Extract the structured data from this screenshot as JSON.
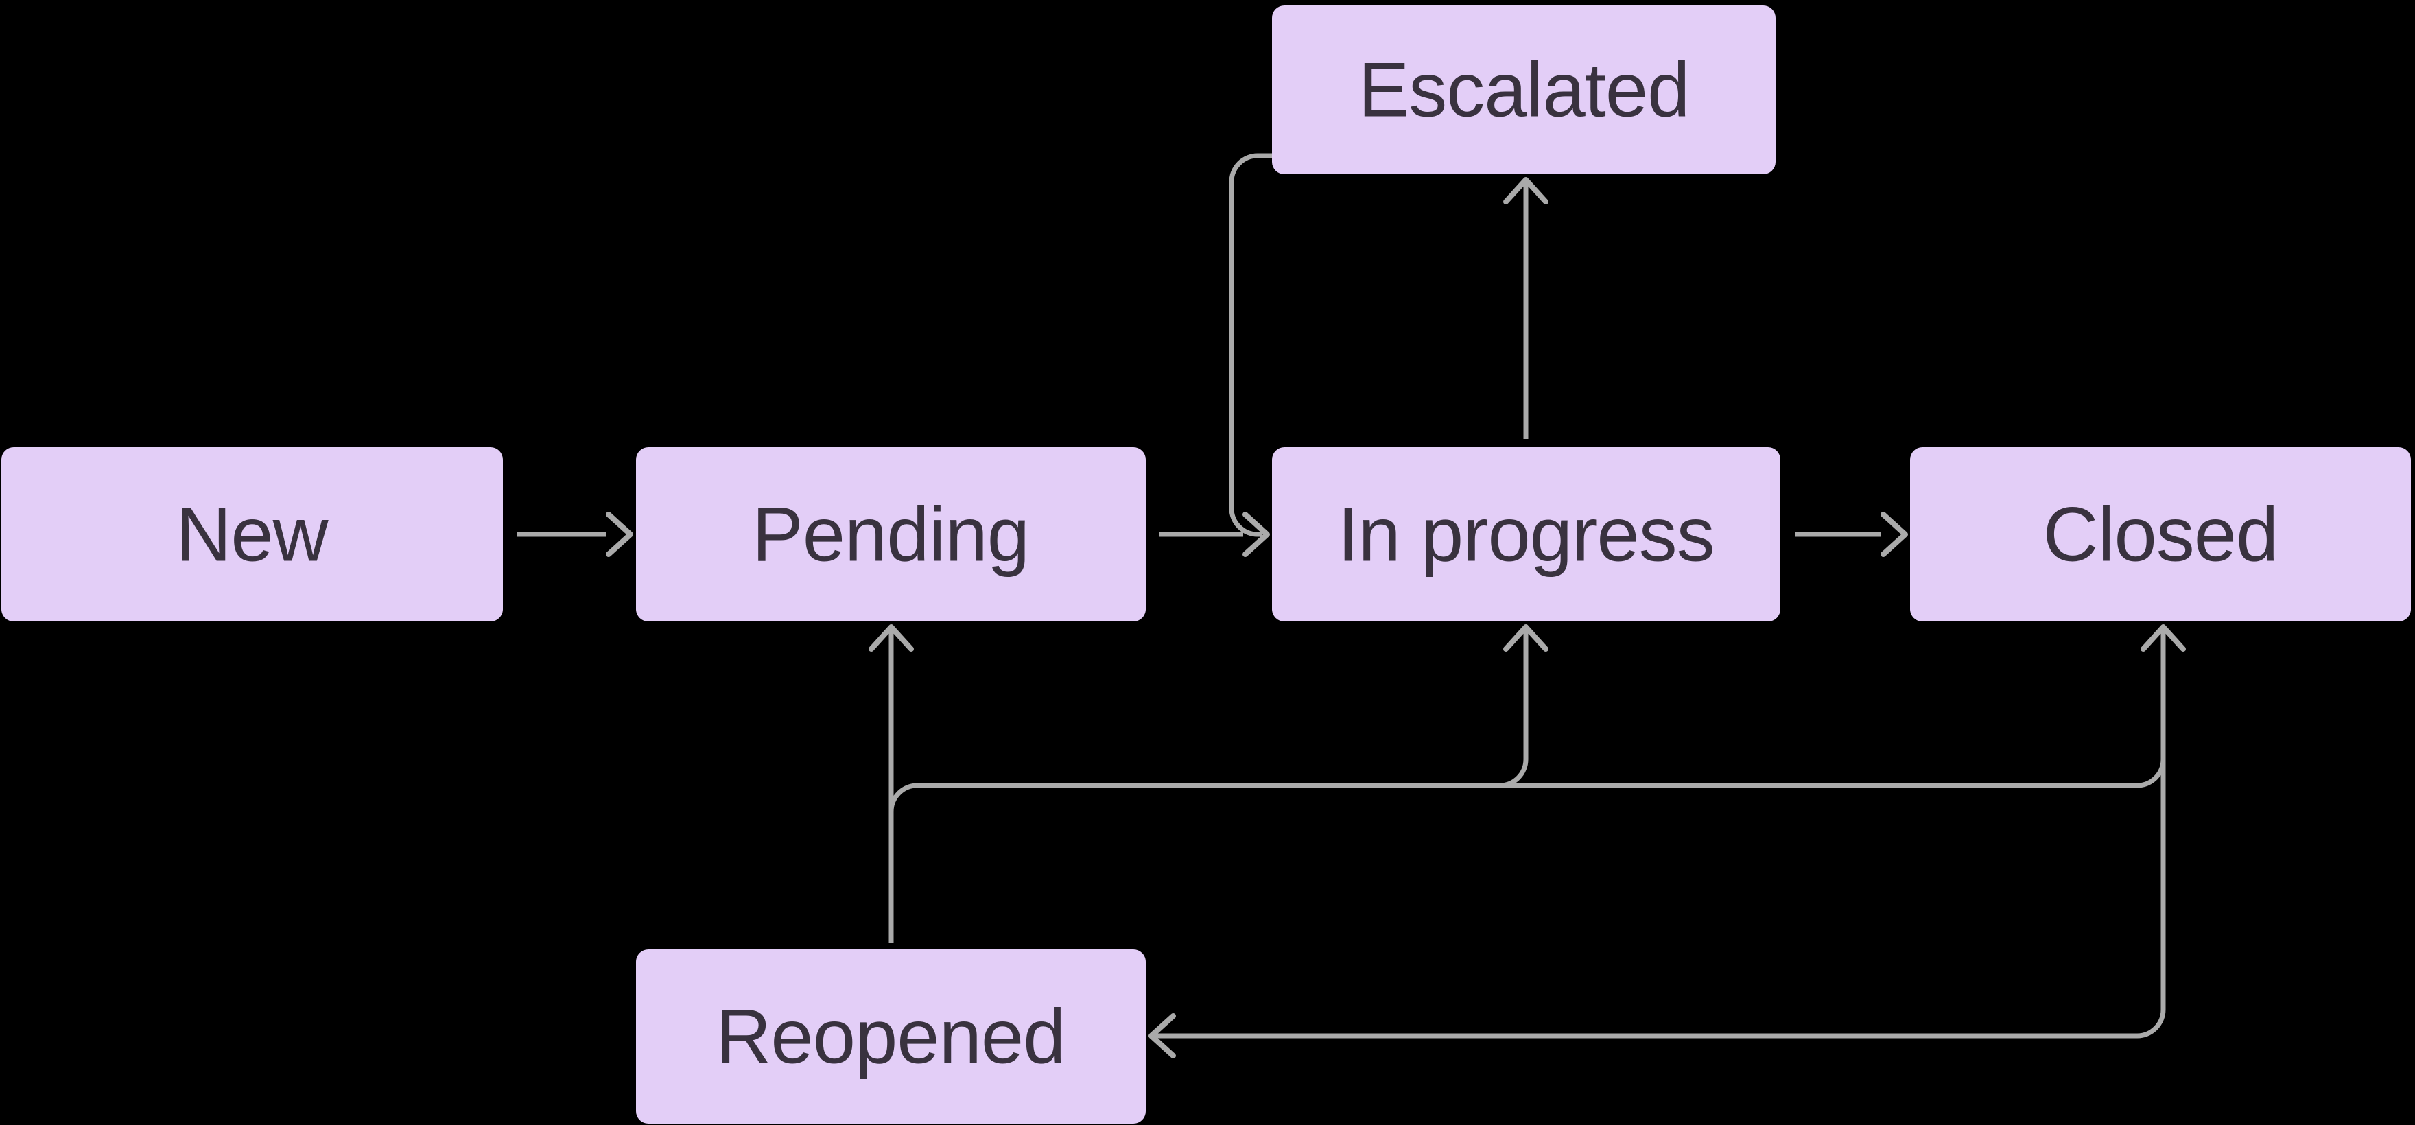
{
  "diagram": {
    "style": {
      "background": "#000000",
      "node_fill": "#e3cef7",
      "node_text_color": "#39323f",
      "edge_color": "#aaaaaa"
    },
    "nodes": [
      {
        "id": "new",
        "label": "New"
      },
      {
        "id": "pending",
        "label": "Pending"
      },
      {
        "id": "in_progress",
        "label": "In progress"
      },
      {
        "id": "closed",
        "label": "Closed"
      },
      {
        "id": "escalated",
        "label": "Escalated"
      },
      {
        "id": "reopened",
        "label": "Reopened"
      }
    ],
    "edges": [
      {
        "from": "New",
        "to": "Pending",
        "arrow_at": "Pending left edge"
      },
      {
        "from": "Pending",
        "to": "In progress",
        "arrow_at": "In progress left edge"
      },
      {
        "from": "In progress",
        "to": "Closed",
        "arrow_at": "Closed left edge"
      },
      {
        "from": "In progress",
        "to": "Escalated",
        "arrow_at": "Escalated bottom edge"
      },
      {
        "from": "Escalated",
        "to": "In progress",
        "arrow_at": "In progress left edge"
      },
      {
        "from": "Reopened",
        "to": "Pending",
        "arrow_at": "Pending bottom edge"
      },
      {
        "from": "Reopened",
        "to": "In progress",
        "arrow_at": "In progress bottom edge"
      },
      {
        "from": "Reopened",
        "to": "Closed",
        "arrow_at": "Closed bottom edge"
      },
      {
        "from": "Closed",
        "to": "Reopened",
        "arrow_at": "Reopened right edge"
      }
    ]
  }
}
